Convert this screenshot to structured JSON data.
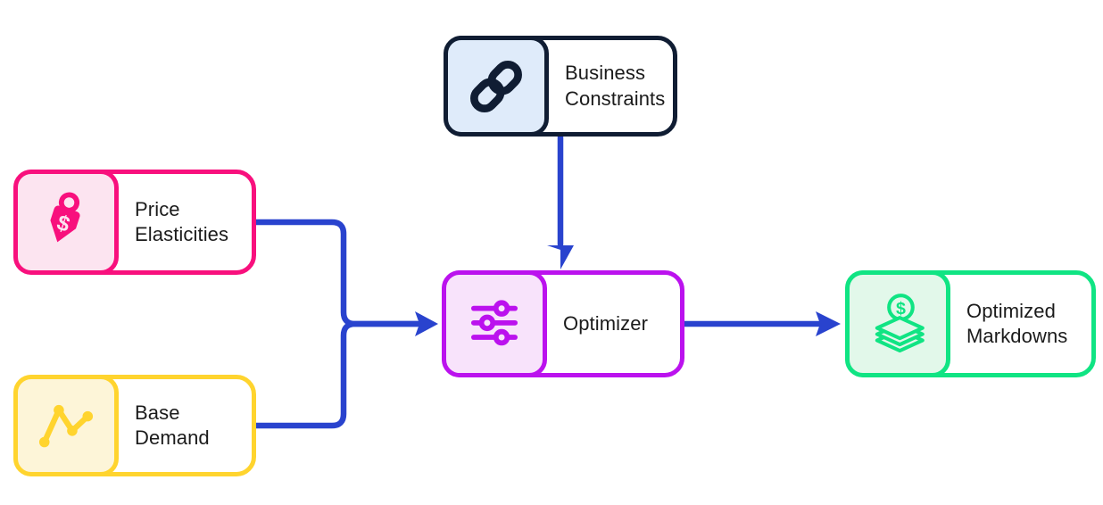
{
  "diagram": {
    "type": "flowchart",
    "background_color": "#FFFFFF",
    "arrow_color": "#2943CE",
    "text_color": "#1B1B1B",
    "nodes": [
      {
        "id": "business-constraints",
        "label": "Business Constraints",
        "icon": "chain-link-icon",
        "border_color": "#101D33",
        "icon_bg": "#DFEBFA",
        "icon_color": "#101D33"
      },
      {
        "id": "price-elasticities",
        "label": "Price Elasticities",
        "icon": "price-tag-icon",
        "border_color": "#F8107D",
        "icon_bg": "#FCE4F0",
        "icon_color": "#F8107D"
      },
      {
        "id": "base-demand",
        "label": "Base Demand",
        "icon": "line-chart-icon",
        "border_color": "#FFD42E",
        "icon_bg": "#FDF5D8",
        "icon_color": "#FFD42E"
      },
      {
        "id": "optimizer",
        "label": "Optimizer",
        "icon": "sliders-icon",
        "border_color": "#BB12EE",
        "icon_bg": "#F8E3FB",
        "icon_color": "#BB12EE"
      },
      {
        "id": "optimized-markdowns",
        "label": "Optimized Markdowns",
        "icon": "money-stack-icon",
        "border_color": "#10E483",
        "icon_bg": "#E2F8EA",
        "icon_color": "#10E483"
      }
    ],
    "edges": [
      {
        "from": "price-elasticities",
        "to": "optimizer"
      },
      {
        "from": "base-demand",
        "to": "optimizer"
      },
      {
        "from": "business-constraints",
        "to": "optimizer"
      },
      {
        "from": "optimizer",
        "to": "optimized-markdowns"
      }
    ]
  }
}
